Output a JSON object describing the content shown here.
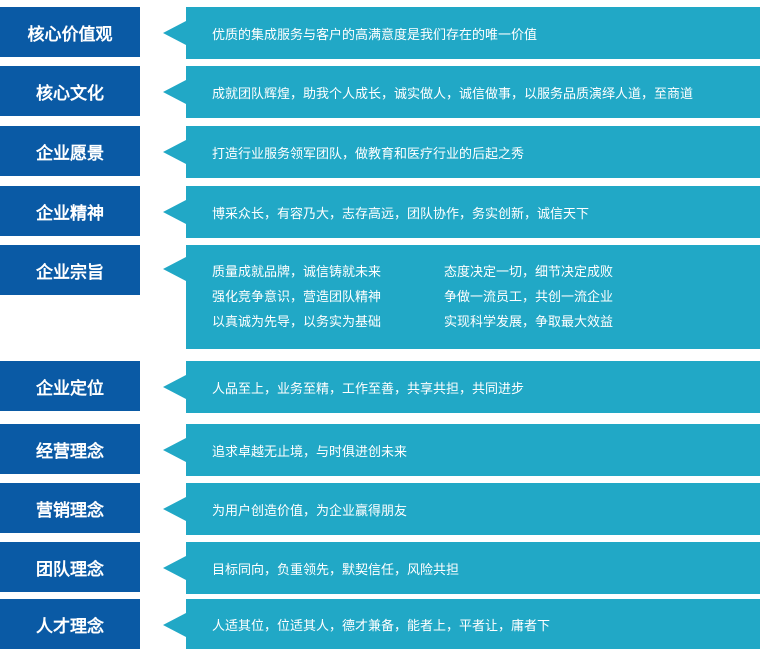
{
  "colors": {
    "label_bg": "#0a5aa5",
    "panel_bg": "#21a8c6",
    "text": "#ffffff"
  },
  "rows": [
    {
      "label": "核心价值观",
      "text": "优质的集成服务与客户的高满意度是我们存在的唯一价值"
    },
    {
      "label": "核心文化",
      "text": "成就团队辉煌，助我个人成长，诚实做人，诚信做事，以服务品质演绎人道，至商道"
    },
    {
      "label": "企业愿景",
      "text": "打造行业服务领军团队，做教育和医疗行业的后起之秀"
    },
    {
      "label": "企业精神",
      "text": "博采众长，有容乃大，志存高远，团队协作，务实创新，诚信天下"
    },
    {
      "label": "企业宗旨",
      "lines": [
        "质量成就品牌，诚信铸就未来",
        "态度决定一切，细节决定成败",
        "强化竞争意识，营造团队精神",
        "争做一流员工，共创一流企业",
        "以真诚为先导，以务实为基础",
        "实现科学发展，争取最大效益"
      ]
    },
    {
      "label": "企业定位",
      "text": "人品至上，业务至精，工作至善，共享共担，共同进步"
    },
    {
      "label": "经营理念",
      "text": "追求卓越无止境，与时俱进创未来"
    },
    {
      "label": "营销理念",
      "text": "为用户创造价值，为企业赢得朋友"
    },
    {
      "label": "团队理念",
      "text": "目标同向，负重领先，默契信任，风险共担"
    },
    {
      "label": "人才理念",
      "text": "人适其位，位适其人，德才兼备，能者上，平者让，庸者下"
    }
  ]
}
